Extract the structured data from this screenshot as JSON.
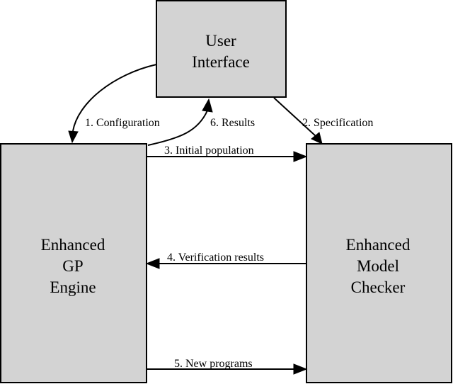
{
  "nodes": {
    "ui": {
      "lines": [
        "User",
        "Interface"
      ]
    },
    "gp": {
      "lines": [
        "Enhanced",
        "GP",
        "Engine"
      ]
    },
    "mc": {
      "lines": [
        "Enhanced",
        "Model",
        "Checker"
      ]
    }
  },
  "edges": {
    "configuration": "1. Configuration",
    "specification": "2. Specification",
    "initial_population": "3. Initial population",
    "verification_results": "4. Verification results",
    "new_programs": "5. New programs",
    "results": "6. Results"
  },
  "colors": {
    "box_fill": "#d3d3d3",
    "stroke": "#000000",
    "background": "#ffffff"
  }
}
